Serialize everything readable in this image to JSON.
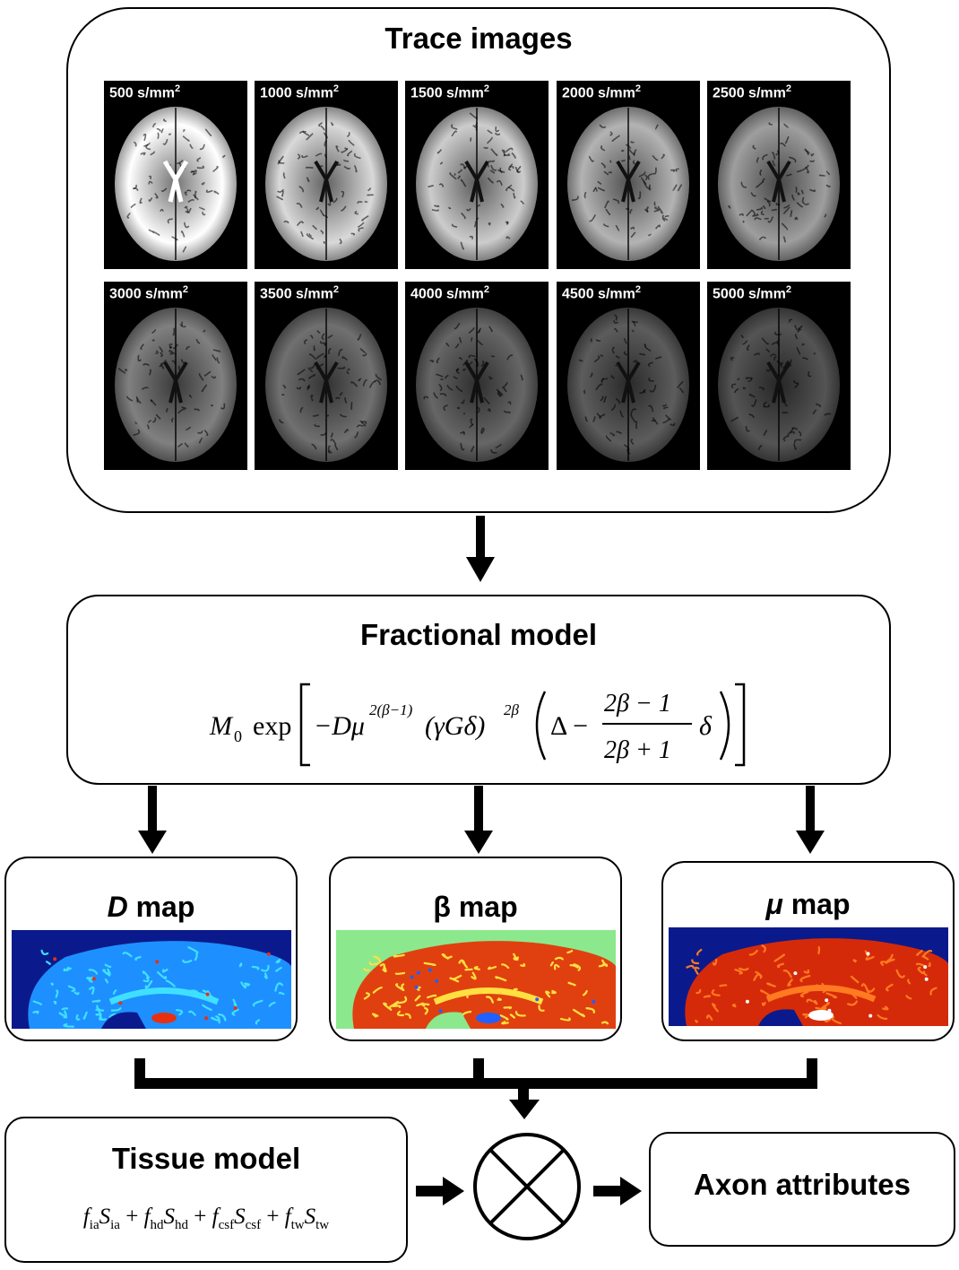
{
  "trace": {
    "title": "Trace images",
    "tiles": [
      {
        "value": "500",
        "unit": "s/mm",
        "exp": "2",
        "intensity": 1.0
      },
      {
        "value": "1000",
        "unit": "s/mm",
        "exp": "2",
        "intensity": 0.85
      },
      {
        "value": "1500",
        "unit": "s/mm",
        "exp": "2",
        "intensity": 0.8
      },
      {
        "value": "2000",
        "unit": "s/mm",
        "exp": "2",
        "intensity": 0.7
      },
      {
        "value": "2500",
        "unit": "s/mm",
        "exp": "2",
        "intensity": 0.62
      },
      {
        "value": "3000",
        "unit": "s/mm",
        "exp": "2",
        "intensity": 0.5
      },
      {
        "value": "3500",
        "unit": "s/mm",
        "exp": "2",
        "intensity": 0.44
      },
      {
        "value": "4000",
        "unit": "s/mm",
        "exp": "2",
        "intensity": 0.4
      },
      {
        "value": "4500",
        "unit": "s/mm",
        "exp": "2",
        "intensity": 0.36
      },
      {
        "value": "5000",
        "unit": "s/mm",
        "exp": "2",
        "intensity": 0.33
      }
    ]
  },
  "fractional": {
    "title": "Fractional model",
    "formula": {
      "m": "M",
      "m_sub": "0",
      "exp": "exp",
      "lead": "−Dμ",
      "lead_sup": "2(β−1)",
      "mid": "(γGδ)",
      "mid_sup": "2β",
      "delta": "Δ −",
      "num": "2β − 1",
      "den": "2β + 1",
      "tail": "δ"
    }
  },
  "maps": [
    {
      "symbol": "D",
      "suffix": " map",
      "italic": true,
      "bg": "#0a1a8c",
      "fg": "#1e8fff",
      "hi": "#3fe0ff",
      "hot": "#e83010"
    },
    {
      "symbol": "β",
      "suffix": " map",
      "italic": false,
      "bg": "#8ce88c",
      "fg": "#e04010",
      "hi": "#ffe040",
      "hot": "#2060ff"
    },
    {
      "symbol": "μ",
      "suffix": " map",
      "italic": true,
      "bg": "#0a1a8c",
      "fg": "#d42a0a",
      "hi": "#ff7a20",
      "hot": "#ffffff"
    }
  ],
  "tissue": {
    "title": "Tissue model",
    "terms": [
      {
        "f": "f",
        "fs": "ia",
        "s": "S",
        "ss": "ia"
      },
      {
        "f": "f",
        "fs": "hd",
        "s": "S",
        "ss": "hd"
      },
      {
        "f": "f",
        "fs": "csf",
        "s": "S",
        "ss": "csf"
      },
      {
        "f": "f",
        "fs": "tw",
        "s": "S",
        "ss": "tw"
      }
    ]
  },
  "axon": {
    "title": "Axon attributes"
  }
}
